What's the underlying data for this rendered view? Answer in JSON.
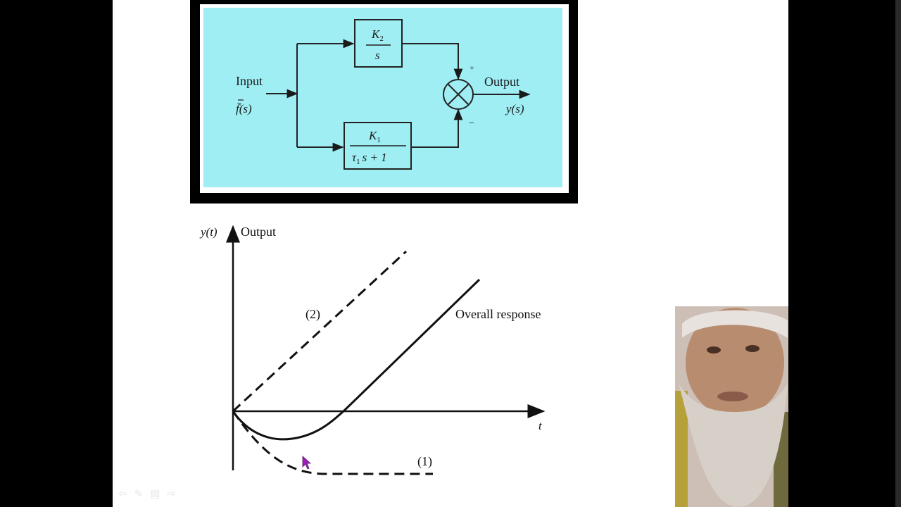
{
  "block_diagram": {
    "input_label": "Input",
    "input_signal": "f̄(s)",
    "output_label": "Output",
    "output_signal": "y(s)",
    "block_top": {
      "numerator": "K",
      "numerator_sub": "2",
      "denominator": "s"
    },
    "block_bottom": {
      "numerator": "K",
      "numerator_sub": "1",
      "denominator_tau": "τ",
      "denominator_tau_sub": "1",
      "denominator_rest": "s + 1"
    },
    "sum_plus_sign": "+",
    "sum_minus_sign": "−"
  },
  "graph": {
    "y_axis_label": "y(t)",
    "y_axis_title": "Output",
    "x_axis_label": "t",
    "curve_2_label": "(2)",
    "curve_1_label": "(1)",
    "overall_label": "Overall response"
  },
  "toolbar": {
    "icons": [
      "back-arrow-icon",
      "pen-icon",
      "menu-icon",
      "forward-arrow-icon"
    ]
  },
  "colors": {
    "diagram_background": "#9feef4",
    "frame": "#000000",
    "slide": "#ffffff"
  }
}
